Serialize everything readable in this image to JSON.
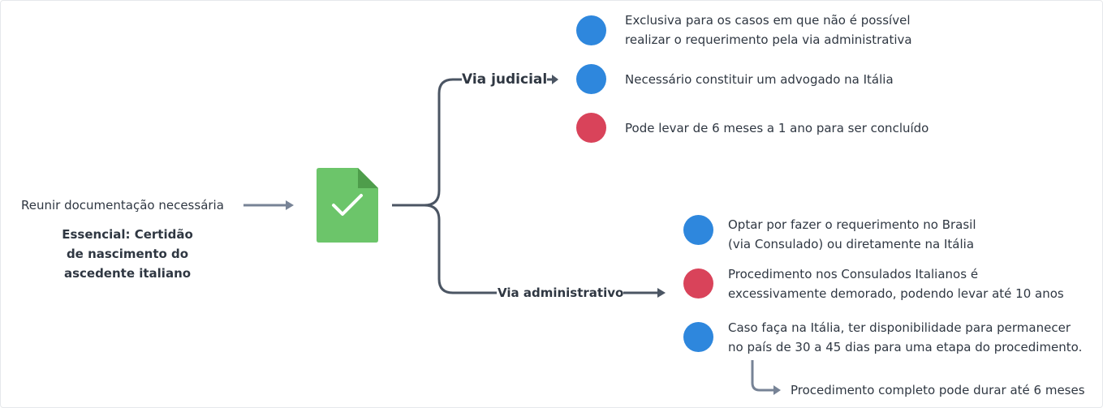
{
  "colors": {
    "blue": "#2e87dd",
    "red": "#d9435a",
    "green": "#6cc56a",
    "green_fold": "#4e9d4b",
    "line": "#4b5563",
    "arrow_gray": "#778396"
  },
  "start": {
    "label": "Reunir documentação necessária",
    "essential": [
      "Essencial: Certidão",
      "de nascimento do",
      "ascedente italiano"
    ]
  },
  "document_icon": "document-check-icon",
  "judicial": {
    "label": "Via judicial",
    "items": [
      {
        "color": "blue",
        "lines": [
          "Exclusiva para os casos em que não é possível",
          "realizar o requerimento pela via administrativa"
        ]
      },
      {
        "color": "blue",
        "lines": [
          "Necessário constituir um advogado na Itália"
        ]
      },
      {
        "color": "red",
        "lines": [
          "Pode levar de 6 meses a 1 ano para ser concluído"
        ]
      }
    ]
  },
  "administrative": {
    "label": "Via administrativo",
    "items": [
      {
        "color": "blue",
        "lines": [
          "Optar por fazer o requerimento no Brasil",
          "(via Consulado) ou diretamente na Itália"
        ]
      },
      {
        "color": "red",
        "lines": [
          "Procedimento nos Consulados Italianos é",
          "excessivamente demorado, podendo levar até 10 anos"
        ]
      },
      {
        "color": "blue",
        "lines": [
          "Caso faça na Itália, ter disponibilidade para permanecer",
          "no país de 30 a 45 dias para uma etapa do procedimento."
        ]
      }
    ],
    "note": "Procedimento completo pode durar até 6 meses"
  }
}
